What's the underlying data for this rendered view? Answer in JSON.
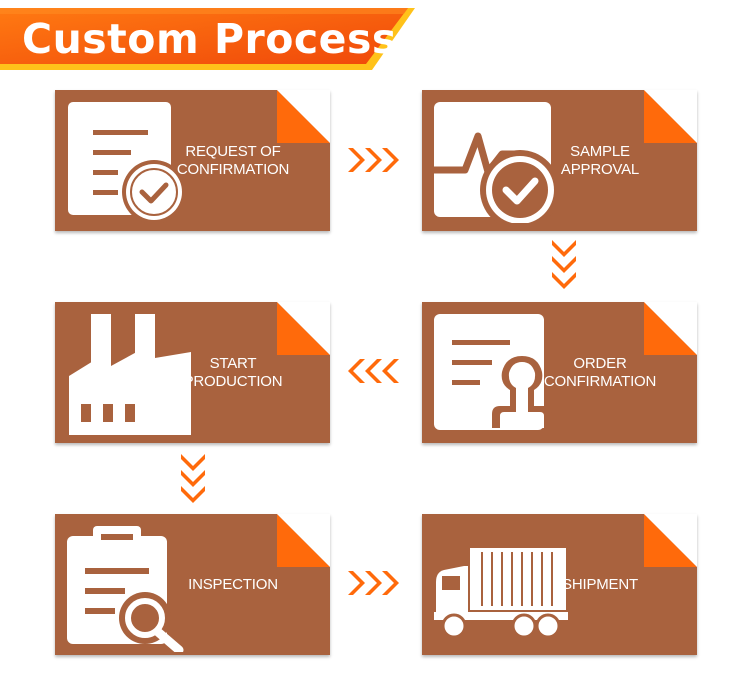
{
  "header": {
    "title": "Custom Process"
  },
  "colors": {
    "card": "#a9623e",
    "accent": "#ff6a0b",
    "banner_dark": "#e8420a",
    "banner_light": "#ffc21a"
  },
  "steps": [
    {
      "line1": "REQUEST OF",
      "line2": "CONFIRMATION",
      "icon": "document-check-icon"
    },
    {
      "line1": "SAMPLE",
      "line2": "APPROVAL",
      "icon": "sample-approval-icon"
    },
    {
      "line1": "ORDER",
      "line2": "CONFIRMATION",
      "icon": "order-stamp-icon"
    },
    {
      "line1": "START",
      "line2": "PRODUCTION",
      "icon": "factory-icon"
    },
    {
      "line1": "INSPECTION",
      "line2": "",
      "icon": "clipboard-inspection-icon"
    },
    {
      "line1": "SHIPMENT",
      "line2": "",
      "icon": "truck-icon"
    }
  ]
}
